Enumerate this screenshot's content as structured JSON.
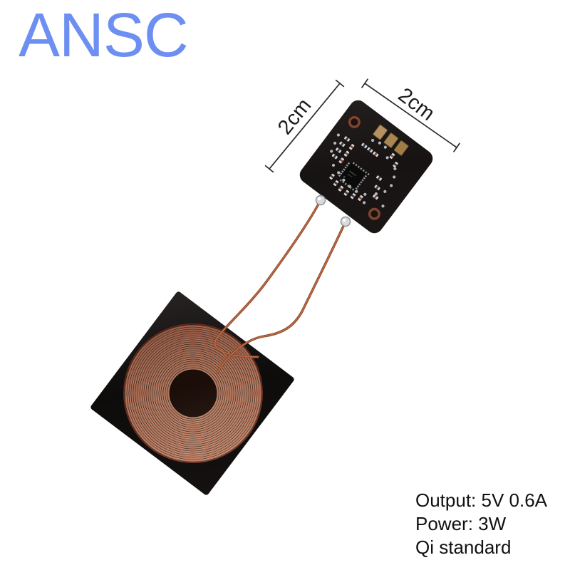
{
  "brand": {
    "logo_text": "ANSC",
    "logo_color": "#6d8ff2"
  },
  "annotations": {
    "dimension_left": "2cm",
    "dimension_right": "2cm"
  },
  "specs": {
    "lines": [
      "Output: 5V 0.6A",
      "Power: 3W",
      "Qi standard"
    ]
  },
  "colors": {
    "background": "#ffffff",
    "pcb_black": "#171413",
    "coil_pad_black": "#0e0c0b",
    "coil_copper": "#b37055",
    "coil_copper_highlight": "#e2b097",
    "coil_copper_shadow": "#6b2f20",
    "wire_copper": "#a85a3a",
    "gold_pad": "#b09061",
    "mount_ring_copper": "#7a4531",
    "dimension_line": "#2b2b2b",
    "spec_text": "#111111"
  }
}
